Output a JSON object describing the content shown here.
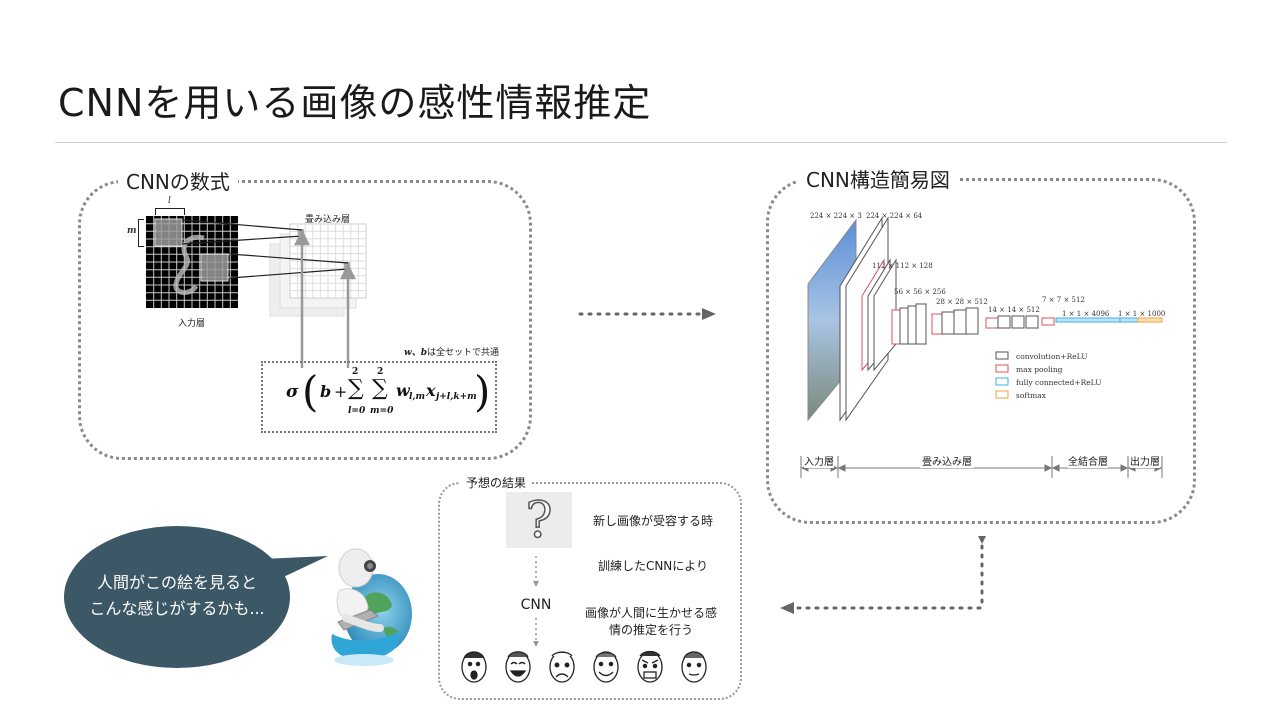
{
  "slide": {
    "title": "CNNを用いる画像の感性情報推定"
  },
  "cnn_formula_panel": {
    "label": "CNNの数式",
    "input_layer_label": "入力層",
    "conv_layer_label": "畳み込み層",
    "kernel_l": "l",
    "kernel_m": "m",
    "shared_note_vars": "w、b",
    "shared_note_text": "は全セットで共通",
    "formula": {
      "sigma": "σ",
      "b": "b",
      "plus": "+",
      "sum_top_1": "2",
      "sum_bottom_1": "l=0",
      "sum_top_2": "2",
      "sum_bottom_2": "m=0",
      "weight": "w",
      "weight_sub": "l,m",
      "x": "x",
      "x_sub": "j+l,k+m"
    }
  },
  "cnn_structure_panel": {
    "label": "CNN構造簡易図",
    "dims": [
      "224 × 224 × 3",
      "224 × 224 × 64",
      "112 × 112 × 128",
      "56 × 56 × 256",
      "28 × 28 × 512",
      "14 × 14 × 512",
      "7 × 7 × 512",
      "1 × 1 × 4096",
      "1 × 1 × 1000"
    ],
    "legend": [
      {
        "label": "convolution+ReLU",
        "color": "#555555"
      },
      {
        "label": "max pooling",
        "color": "#e0505a"
      },
      {
        "label": "fully connected+ReLU",
        "color": "#3cb0e6"
      },
      {
        "label": "softmax",
        "color": "#f0a040"
      }
    ],
    "bottom_labels": {
      "input": "入力層",
      "conv": "畳み込み層",
      "fc": "全結合層",
      "output": "出力層"
    }
  },
  "prediction_panel": {
    "label": "予想の結果",
    "step1": "新し画像が受容する時",
    "step2": "訓練したCNNにより",
    "step3_line1": "画像が人間に生かせる感",
    "step3_line2": "情の推定を行う",
    "cnn_label": "CNN"
  },
  "speech_bubble": {
    "line1": "人間がこの絵を見ると",
    "line2": "こんな感じがするかも..."
  },
  "colors": {
    "bubble": "#3c5866",
    "accent_red": "#e0505a",
    "accent_blue": "#3cb0e6",
    "accent_orange": "#f0a040"
  }
}
